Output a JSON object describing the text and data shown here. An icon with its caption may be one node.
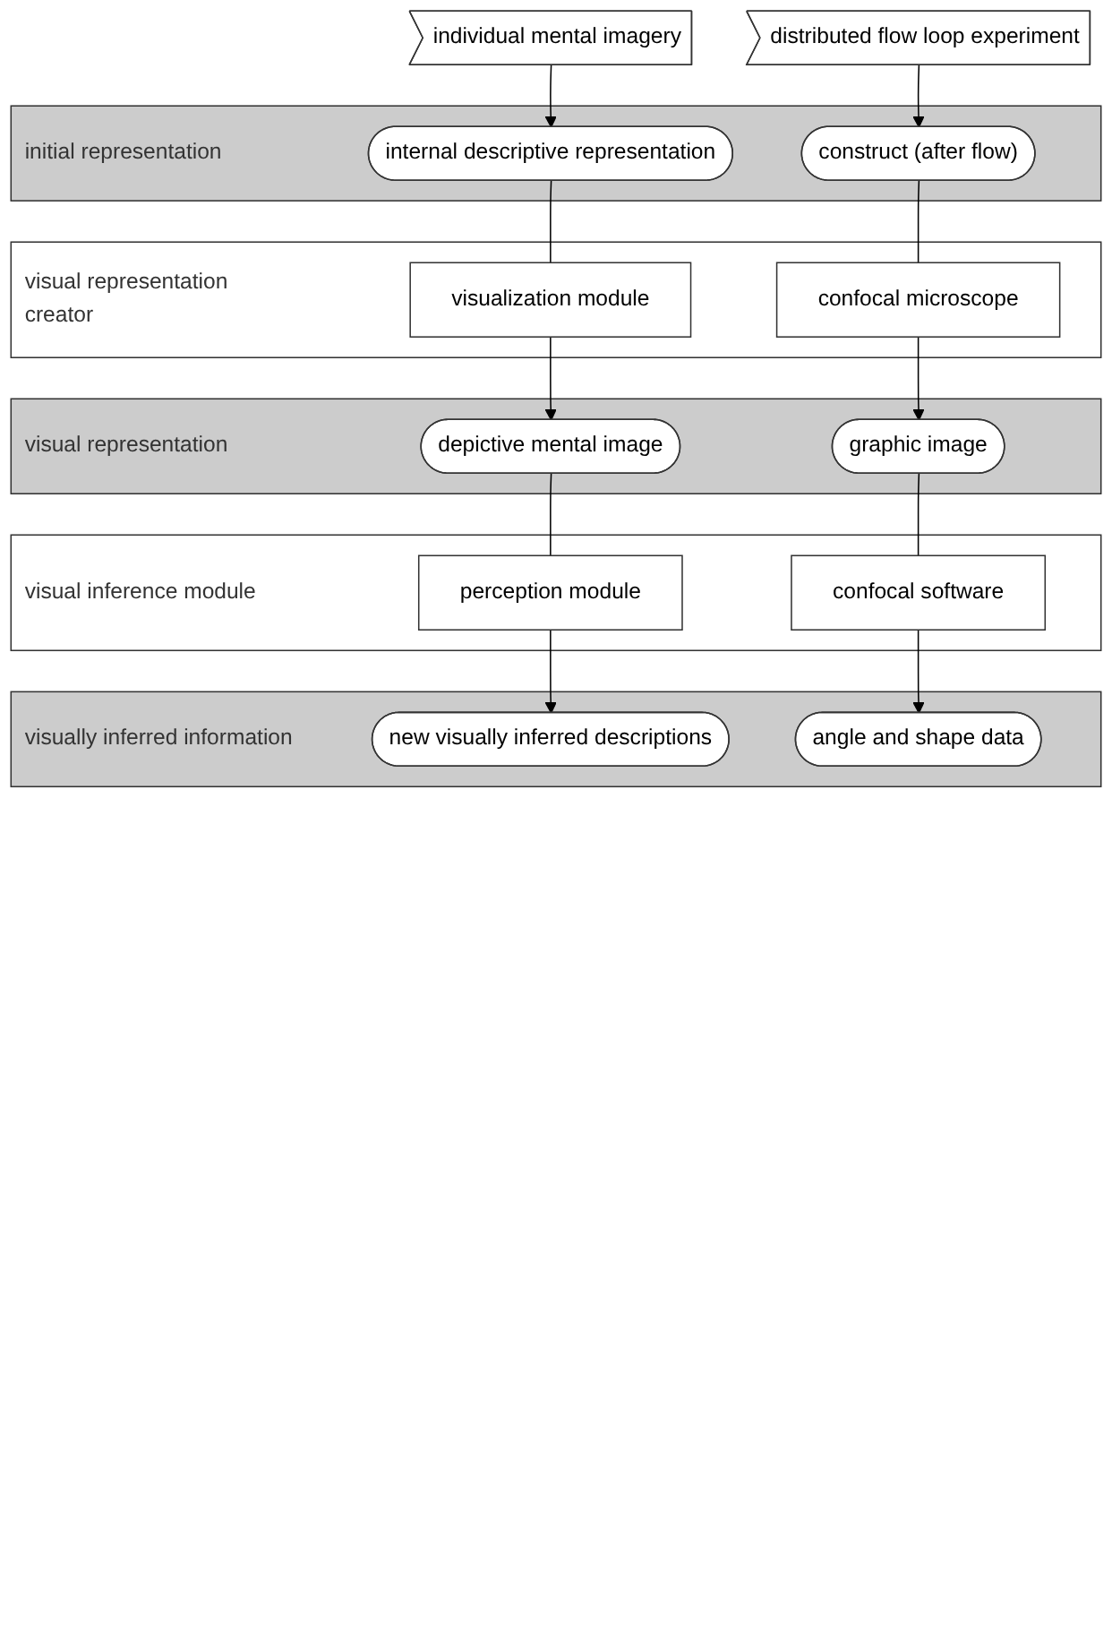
{
  "diagram": {
    "nodes": [
      {
        "text": [
          "individual mental imagery"
        ]
      },
      {
        "text": [
          "distributed flow loop experiment"
        ]
      },
      {
        "text": [
          "initial representation"
        ]
      },
      {
        "text": [
          "internal descriptive representation"
        ],
        "in": 2
      },
      {
        "text": [
          "construct (after flow)"
        ],
        "in": 2
      },
      {
        "text": [
          "visual representation creator"
        ]
      },
      {
        "text": [
          "visualization module"
        ],
        "in": 5
      },
      {
        "text": [
          "confocal microscope"
        ],
        "in": 5
      },
      {
        "text": [
          "visual representation"
        ]
      },
      {
        "text": [
          "depictive mental image"
        ],
        "in": 8
      },
      {
        "text": [
          "graphic image"
        ],
        "in": 8
      },
      {
        "text": [
          "visual inference module"
        ]
      },
      {
        "text": [
          "perception module"
        ],
        "in": 11
      },
      {
        "text": [
          "confocal software"
        ],
        "in": 11
      },
      {
        "text": [
          "visually inferred information"
        ]
      },
      {
        "text": [
          "new visually inferred descriptions"
        ],
        "in": 14
      },
      {
        "text": [
          "angle and shape data"
        ],
        "in": 14
      }
    ],
    "edges": [
      {
        "from": 0,
        "to": 3,
        "arrow": "to"
      },
      {
        "from": 1,
        "to": 4,
        "arrow": "to"
      },
      {
        "from": 3,
        "to": 6,
        "arrow": "none"
      },
      {
        "from": 4,
        "to": 7,
        "arrow": "none"
      },
      {
        "from": 6,
        "to": 9,
        "arrow": "to"
      },
      {
        "from": 7,
        "to": 10,
        "arrow": "to"
      },
      {
        "from": 9,
        "to": 12,
        "arrow": "none"
      },
      {
        "from": 10,
        "to": 13,
        "arrow": "none"
      },
      {
        "from": 12,
        "to": 15,
        "arrow": "to"
      },
      {
        "from": 13,
        "to": 16,
        "arrow": "to"
      }
    ]
  }
}
